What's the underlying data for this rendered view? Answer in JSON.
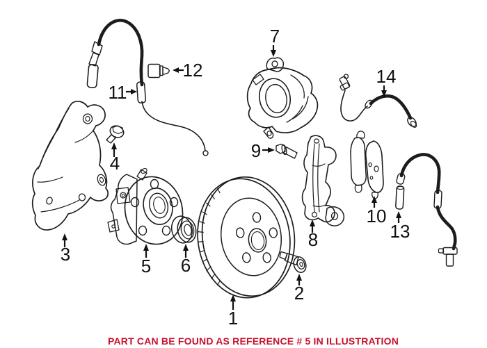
{
  "diagram": {
    "type": "exploded-parts-illustration",
    "subject": "front brake assembly",
    "colors": {
      "background": "#ffffff",
      "line": "#1c1c1c",
      "label": "#111111",
      "caption": "#c8102e"
    },
    "parts": [
      {
        "ref": "1",
        "name": "brake-disc-rotor"
      },
      {
        "ref": "2",
        "name": "rotor-retaining-screw"
      },
      {
        "ref": "3",
        "name": "brake-splash-shield"
      },
      {
        "ref": "4",
        "name": "shield-bolt"
      },
      {
        "ref": "5",
        "name": "wheel-hub-bearing"
      },
      {
        "ref": "6",
        "name": "dust-cap"
      },
      {
        "ref": "7",
        "name": "brake-caliper"
      },
      {
        "ref": "8",
        "name": "caliper-carrier-bracket"
      },
      {
        "ref": "9",
        "name": "caliper-guide-bolt"
      },
      {
        "ref": "10",
        "name": "brake-pad-set"
      },
      {
        "ref": "11",
        "name": "brake-pad-wear-sensor-front"
      },
      {
        "ref": "12",
        "name": "cap-plug"
      },
      {
        "ref": "13",
        "name": "brake-pad-wear-sensor"
      },
      {
        "ref": "14",
        "name": "brake-hose"
      }
    ]
  },
  "caption": {
    "text": "PART CAN BE FOUND AS REFERENCE # 5 IN ILLUSTRATION"
  }
}
